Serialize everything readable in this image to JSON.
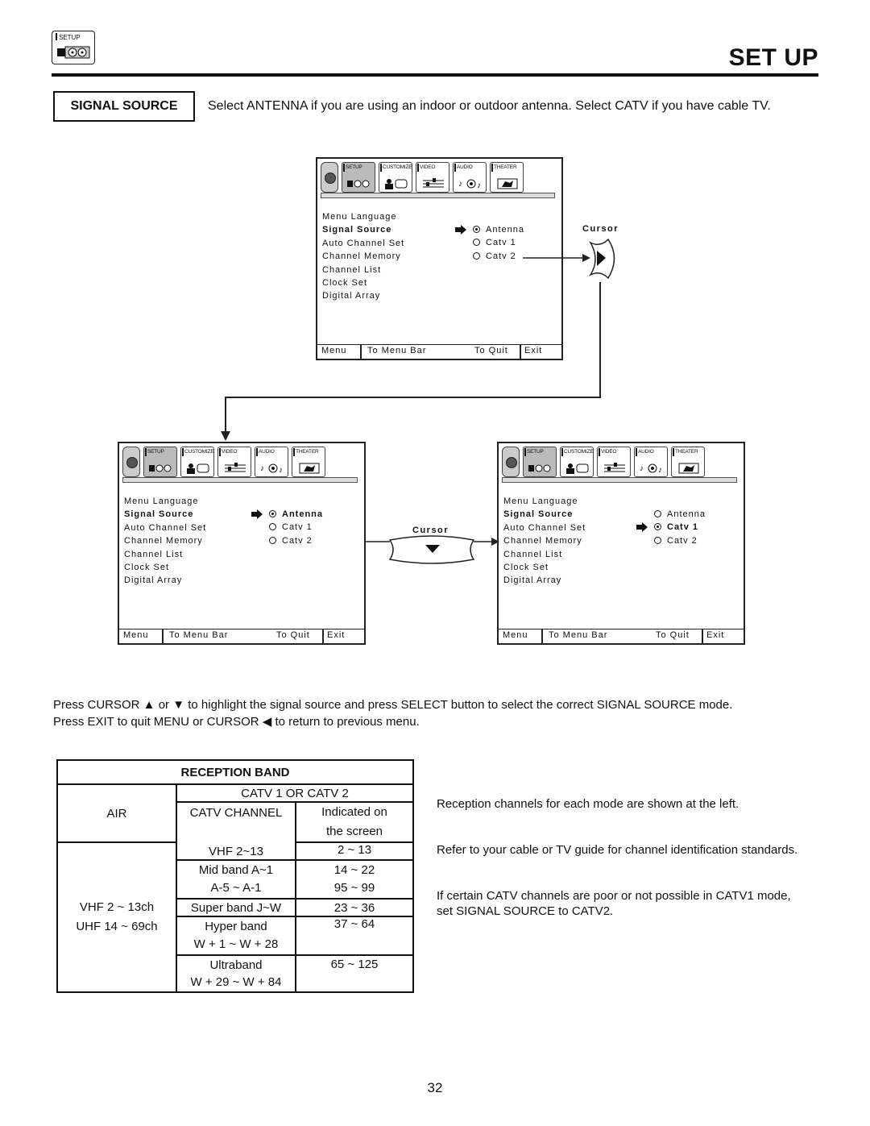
{
  "header": {
    "icon_label": "SETUP",
    "title": "SET UP"
  },
  "signal_source": {
    "label": "SIGNAL SOURCE",
    "intro": "Select ANTENNA if you are using an indoor or outdoor antenna.  Select CATV if you have cable TV."
  },
  "tabs": [
    "SETUP",
    "CUSTOMIZE",
    "VIDEO",
    "AUDIO",
    "THEATER"
  ],
  "menu_items": [
    "Menu Language",
    "Signal Source",
    "Auto Channel Set",
    "Channel Memory",
    "Channel List",
    "Clock Set",
    "Digital Array"
  ],
  "options": [
    "Antenna",
    "Catv 1",
    "Catv 2"
  ],
  "footer": {
    "menu": "Menu",
    "to_menu_bar": "To Menu Bar",
    "to_quit": "To Quit",
    "exit": "Exit"
  },
  "cursor_label": "Cursor",
  "instructions": {
    "line1": "Press CURSOR ▲ or ▼ to highlight the signal source and press SELECT button to select the correct SIGNAL SOURCE mode.",
    "line2": "Press EXIT to quit MENU or CURSOR ◀ to return to previous menu."
  },
  "reception_band": {
    "title": "RECEPTION BAND",
    "catv_header": "CATV 1 OR CATV 2",
    "air": "AIR",
    "catv_channel": "CATV CHANNEL",
    "indicated_1": "Indicated on",
    "indicated_2": "the screen",
    "vhf": "VHF 2 ~ 13ch",
    "uhf": "UHF 14 ~ 69ch",
    "rows": [
      {
        "band": "VHF 2~13",
        "band2": "",
        "ch": "2 ~ 13",
        "ch2": ""
      },
      {
        "band": "Mid band A~1",
        "band2": "A-5 ~ A-1",
        "ch": "14 ~ 22",
        "ch2": "95 ~ 99"
      },
      {
        "band": "Super band J~W",
        "band2": "",
        "ch": "23 ~ 36",
        "ch2": ""
      },
      {
        "band": "Hyper band",
        "band2": "W + 1 ~ W + 28",
        "ch": "37 ~ 64",
        "ch2": ""
      },
      {
        "band": "Ultraband",
        "band2": "W + 29 ~ W + 84",
        "ch": "65 ~ 125",
        "ch2": ""
      }
    ]
  },
  "notes": {
    "n1": "Reception channels for each mode are shown at the left.",
    "n2": "Refer to your cable or TV guide for channel identification standards.",
    "n3a": "If certain CATV channels are poor or not possible in CATV1 mode,",
    "n3b": "set SIGNAL SOURCE to CATV2."
  },
  "page_number": "32"
}
